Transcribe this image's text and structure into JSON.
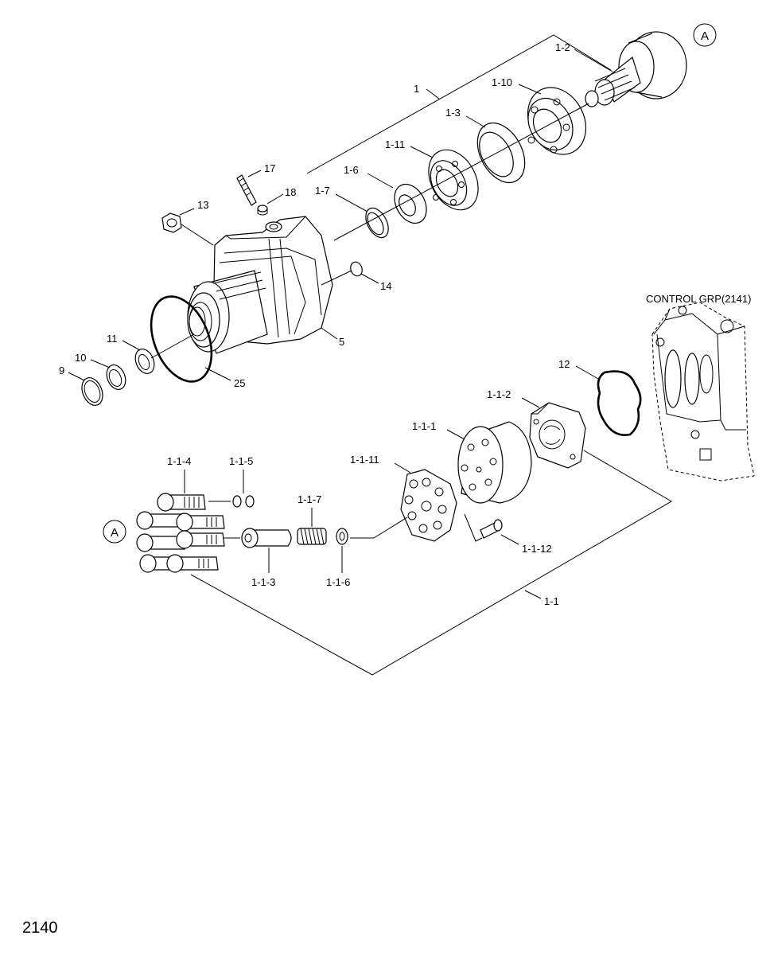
{
  "page_number": "2140",
  "control_group_label": "CONTROL GRP(2141)",
  "view_refs": {
    "top": "A",
    "left": "A"
  },
  "labels": {
    "l_1": "1",
    "l_1_1": "1-1",
    "l_1_1_1": "1-1-1",
    "l_1_1_2": "1-1-2",
    "l_1_1_3": "1-1-3",
    "l_1_1_4": "1-1-4",
    "l_1_1_5": "1-1-5",
    "l_1_1_6": "1-1-6",
    "l_1_1_7": "1-1-7",
    "l_1_1_11": "1-1-11",
    "l_1_1_12": "1-1-12",
    "l_1_2": "1-2",
    "l_1_3": "1-3",
    "l_1_6": "1-6",
    "l_1_7": "1-7",
    "l_1_10": "1-10",
    "l_1_11": "1-11",
    "l_5": "5",
    "l_9": "9",
    "l_10": "10",
    "l_11": "11",
    "l_12": "12",
    "l_13": "13",
    "l_14": "14",
    "l_17": "17",
    "l_18": "18",
    "l_25": "25"
  }
}
